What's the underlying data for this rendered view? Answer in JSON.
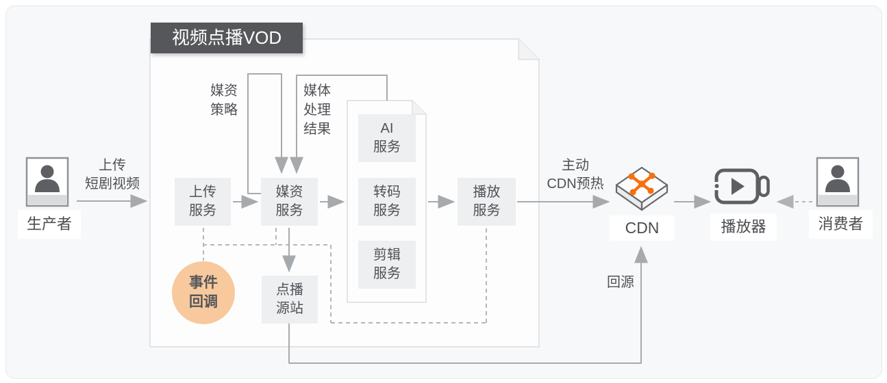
{
  "title": "视频点播VOD",
  "actors": {
    "producer": "生产者",
    "consumer": "消费者"
  },
  "nodes": {
    "upload_service": {
      "line1": "上传",
      "line2": "服务"
    },
    "media_service": {
      "line1": "媒资",
      "line2": "服务"
    },
    "ai_service": {
      "line1": "AI",
      "line2": "服务"
    },
    "transcode_service": {
      "line1": "转码",
      "line2": "服务"
    },
    "edit_service": {
      "line1": "剪辑",
      "line2": "服务"
    },
    "play_service": {
      "line1": "播放",
      "line2": "服务"
    },
    "vod_origin": {
      "line1": "点播",
      "line2": "源站"
    },
    "event_callback": {
      "line1": "事件",
      "line2": "回调"
    },
    "cdn": "CDN",
    "player": "播放器"
  },
  "edges": {
    "upload_video": {
      "line1": "上传",
      "line2": "短剧视频"
    },
    "media_strategy": {
      "line1": "媒资",
      "line2": "策略"
    },
    "media_process_result": {
      "line1": "媒体",
      "line2": "处理",
      "line3": "结果"
    },
    "cdn_preheat": {
      "line1": "主动",
      "line2": "CDN预热"
    },
    "back_to_origin": "回源"
  },
  "colors": {
    "accent_orange": "#F7700F",
    "callback_circle_fill": "#F7C99C",
    "node_fill": "#EDEFF1",
    "solid_line": "#A7AAAD",
    "dashed_line": "#B4B6B9",
    "title_bar_bg": "#55575A",
    "text": "#4F5156",
    "container_fill": "#FDFDFD",
    "container_border": "#D9DBDD"
  }
}
